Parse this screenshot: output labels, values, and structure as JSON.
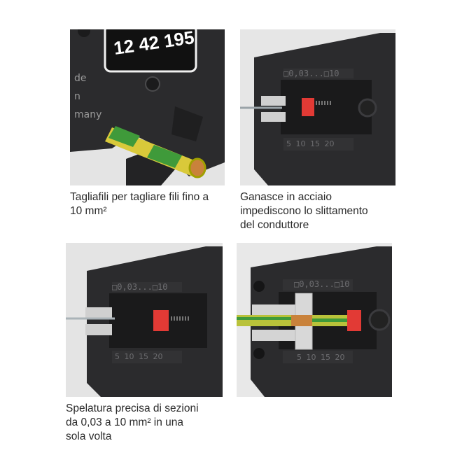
{
  "panels": [
    {
      "tool_label": "12 42 195",
      "side_text": [
        "de",
        "n",
        "many"
      ],
      "caption_lines": [
        "Tagliafili per tagliare fili fino a",
        "10 mm²"
      ]
    },
    {
      "scale_top": "□0,03...□10",
      "scale_bottom": "5 10 15 20",
      "caption_lines": [
        "Ganasce in acciaio",
        "impediscono lo slittamento",
        "del conduttore"
      ]
    },
    {
      "scale_top": "□0,03...□10",
      "scale_bottom": "5 10 15 20",
      "caption_lines": [
        "Spelatura precisa di sezioni",
        "da 0,03 a 10 mm² in una",
        "sola volta"
      ]
    },
    {
      "scale_top": "□0,03...□10",
      "scale_bottom": "5 10 15 20",
      "caption_lines": []
    }
  ],
  "colors": {
    "tool_body": "#2b2b2d",
    "tool_highlight": "#3b3b3e",
    "stopper_red": "#e23a35",
    "wire_yellow": "#d9c93a",
    "wire_green": "#3f9a3a",
    "copper": "#c9823b",
    "panel_bg": "#e2e2e2"
  }
}
